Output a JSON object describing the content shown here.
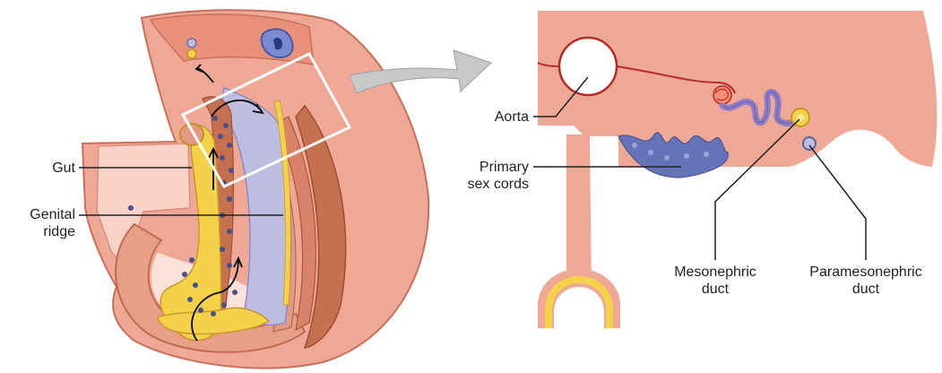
{
  "labels": {
    "gut": "Gut",
    "genital_ridge": [
      "Genital",
      "ridge"
    ],
    "aorta": "Aorta",
    "primary_sex_cords": [
      "Primary",
      "sex cords"
    ],
    "mesonephric_duct": [
      "Mesonephric",
      "duct"
    ],
    "paramesonephric_duct": [
      "Paramesonephric",
      "duct"
    ]
  },
  "colors": {
    "skin": "#f0a896",
    "tissue_light": "#f7c9bc",
    "tissue_dark": "#d9826a",
    "muscle": "#c5704f",
    "ridge_yellow": "#f3d24a",
    "ridge_lavender": "#bcbde0",
    "cords_blue": "#6573b8",
    "aorta_red": "#b52a2a",
    "leader_line": "#231f20",
    "arrow_grey": "#c8c8c8"
  }
}
